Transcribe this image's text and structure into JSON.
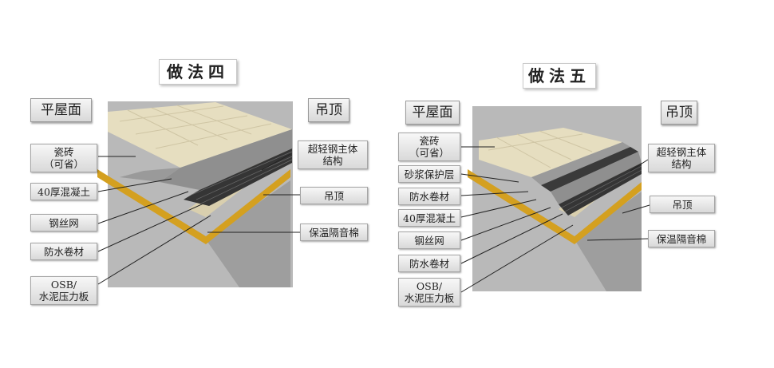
{
  "left": {
    "title": "做法四",
    "header_left": "平屋面",
    "header_right": "吊顶",
    "labels_left": [
      "瓷砖",
      "（可省）",
      "40厚混凝土",
      "钢丝网",
      "防水卷材",
      "OSB/",
      "水泥压力板"
    ],
    "labels_right": [
      "超轻钢主体",
      "结构",
      "吊顶",
      "保温隔音棉"
    ]
  },
  "right": {
    "title": "做法五",
    "header_left": "平屋面",
    "header_right": "吊顶",
    "labels_left": [
      "瓷砖",
      "（可省）",
      "砂浆保护层",
      "防水卷材",
      "40厚混凝土",
      "钢丝网",
      "防水卷材",
      "OSB/",
      "水泥压力板"
    ],
    "labels_right": [
      "超轻钢主体",
      "结构",
      "吊顶",
      "保温隔音棉"
    ]
  },
  "colors": {
    "tile": "#e8e0c2",
    "concrete": "#8e8e8e",
    "membrane": "#3a3a3a",
    "osb": "#d6a21a",
    "ceiling": "#9a9a9a",
    "background_panel": "#bfbfbf"
  }
}
